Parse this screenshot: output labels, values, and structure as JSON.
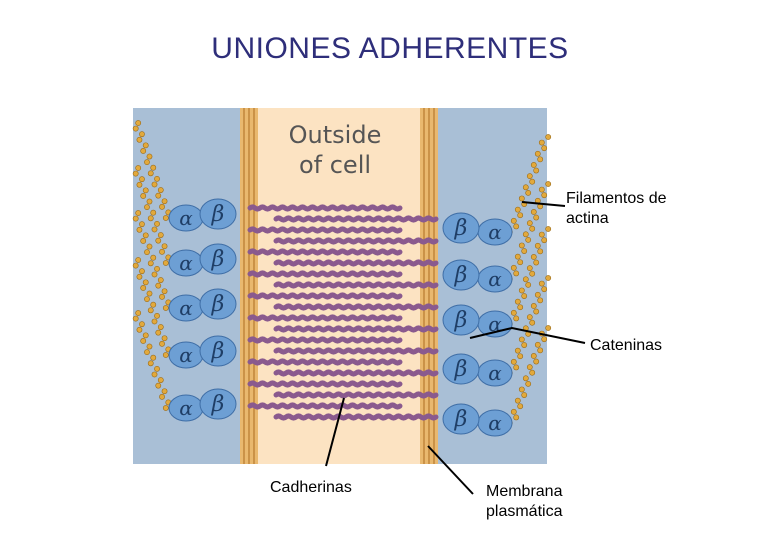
{
  "title": "UNIONES ADHERENTES",
  "figure": {
    "inner_text_line1": "Outside",
    "inner_text_line2": "of cell",
    "alpha_symbol": "α",
    "beta_symbol": "β"
  },
  "labels": {
    "actin_line1": "Filamentos de",
    "actin_line2": "actina",
    "catenins": "Cateninas",
    "cadherins": "Cadherinas",
    "membrane_line1": "Membrana",
    "membrane_line2": "plasmática"
  },
  "colors": {
    "title": "#2e2e7a",
    "cytoplasm": "#a9bfd6",
    "extracellular": "#fce3c2",
    "membrane": "#e9b86e",
    "cadherin": "#8a5a8e",
    "catenin": "#6d9fd4",
    "actin": "#e2a93c"
  }
}
